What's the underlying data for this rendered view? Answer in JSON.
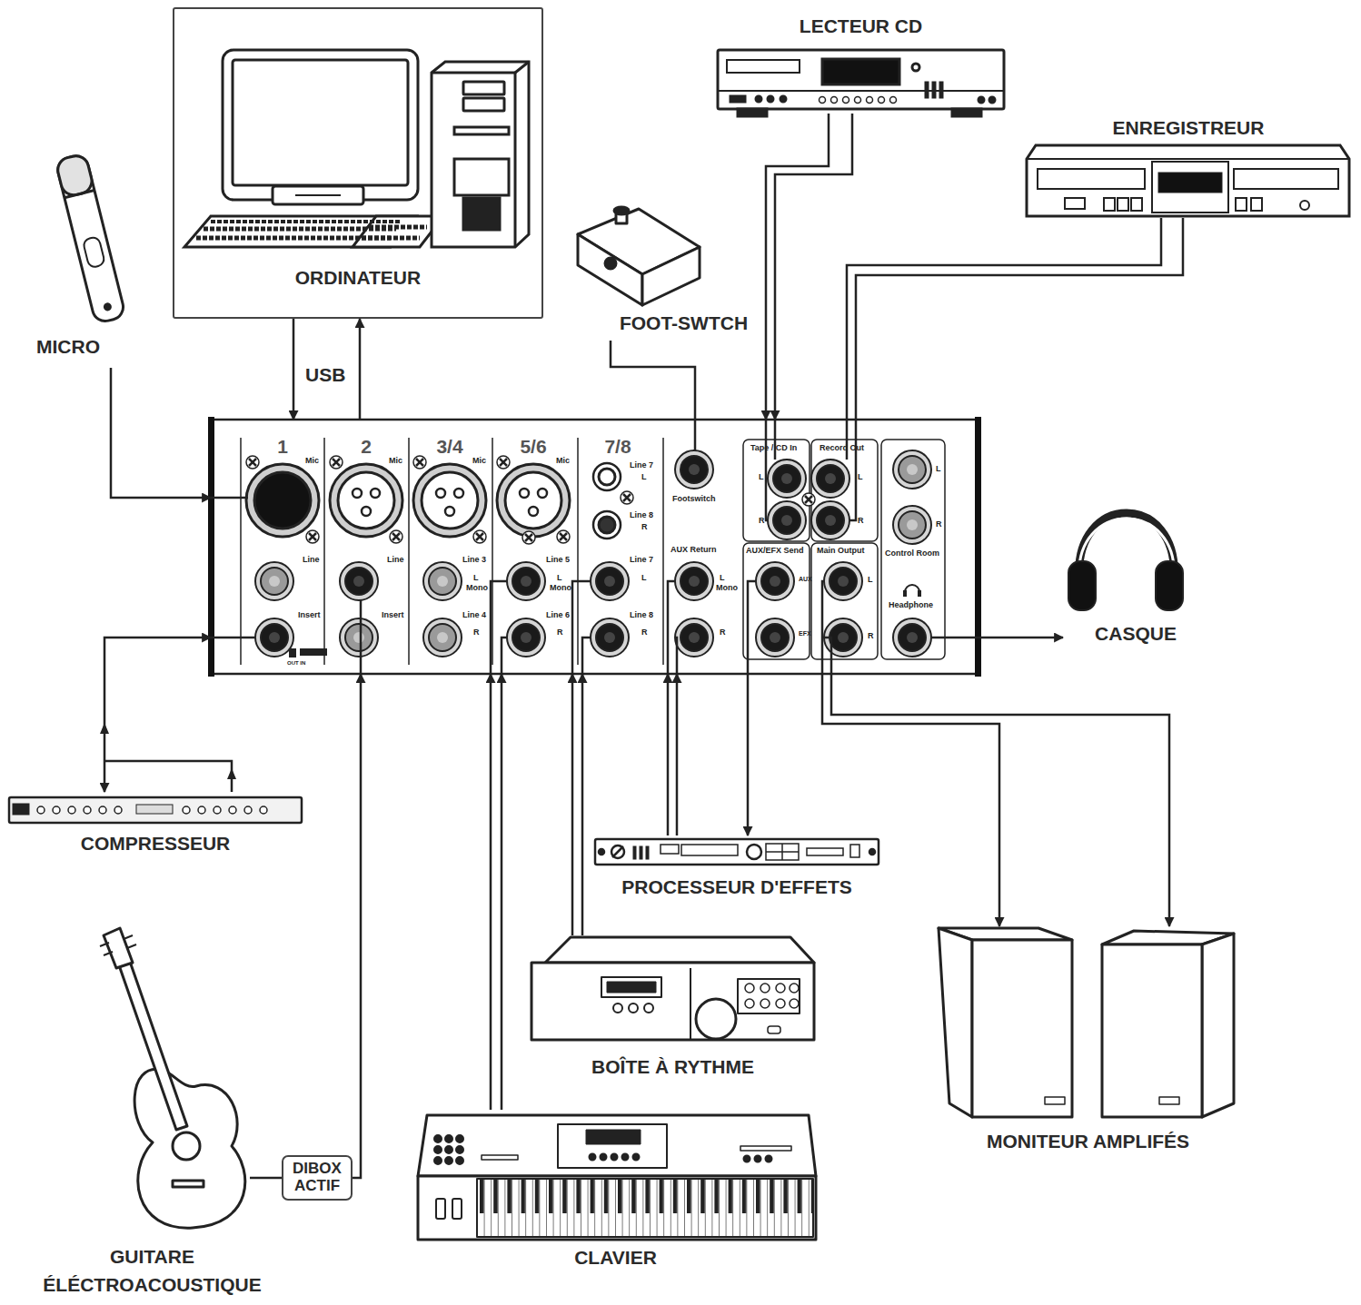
{
  "diagram": {
    "nodes": [
      {
        "text": [
          "ORDINATEUR"
        ]
      },
      {
        "text": [
          "MICRO"
        ]
      },
      {
        "text": [
          "FOOT-SWTCH"
        ]
      },
      {
        "text": [
          "LECTEUR CD"
        ]
      },
      {
        "text": [
          "ENREGISTREUR"
        ]
      },
      {
        "text": [
          "1",
          "2",
          "3/4",
          "5/6",
          "7/8"
        ]
      },
      {
        "text": [
          "CASQUE"
        ]
      },
      {
        "text": [
          "COMPRESSEUR"
        ]
      },
      {
        "text": [
          "PROCESSEUR D'EFFETS"
        ]
      },
      {
        "text": [
          "MONITEUR AMPLIFÉS"
        ]
      },
      {
        "text": [
          "GUITARE ÉLÉCTROACOUSTIQUE"
        ]
      },
      {
        "text": [
          "DIBOX ACTIF"
        ]
      },
      {
        "text": [
          "BOÎTE À RYTHME"
        ]
      },
      {
        "text": [
          "CLAVIER"
        ]
      }
    ],
    "edges": [
      {
        "from": 0,
        "to": 5,
        "arrow": "to",
        "label": "USB"
      },
      {
        "from": 5,
        "to": 0,
        "arrow": "to"
      },
      {
        "from": 1,
        "to": 5,
        "arrow": "to"
      },
      {
        "from": 2,
        "to": 5,
        "arrow": "none"
      },
      {
        "from": 3,
        "to": 5,
        "arrow": "to"
      },
      {
        "from": 3,
        "to": 5,
        "arrow": "to"
      },
      {
        "from": 5,
        "to": 4,
        "arrow": "none"
      },
      {
        "from": 5,
        "to": 4,
        "arrow": "none"
      },
      {
        "from": 5,
        "to": 6,
        "arrow": "to"
      },
      {
        "from": 5,
        "to": 7,
        "arrow": "both"
      },
      {
        "from": 10,
        "to": 11,
        "arrow": "none"
      },
      {
        "from": 11,
        "to": 5,
        "arrow": "to"
      },
      {
        "from": 12,
        "to": 5,
        "arrow": "to"
      },
      {
        "from": 12,
        "to": 5,
        "arrow": "to"
      },
      {
        "from": 13,
        "to": 5,
        "arrow": "to"
      },
      {
        "from": 13,
        "to": 5,
        "arrow": "to"
      },
      {
        "from": 8,
        "to": 5,
        "arrow": "to"
      },
      {
        "from": 8,
        "to": 5,
        "arrow": "to"
      },
      {
        "from": 5,
        "to": 8,
        "arrow": "to"
      },
      {
        "from": 5,
        "to": 9,
        "arrow": "to"
      },
      {
        "from": 5,
        "to": 9,
        "arrow": "to"
      }
    ],
    "labels": [
      "Mic",
      "Mic",
      "Mic",
      "Mic",
      "Line",
      "Line",
      "Insert",
      "Insert",
      "OUT IN",
      "Line 3",
      "L",
      "Mono",
      "Line 4",
      "R",
      "Line 5",
      "L",
      "Mono",
      "Line 6",
      "R",
      "Line 7",
      "L",
      "Line 8",
      "R",
      "Line 7",
      "L",
      "Line 8",
      "R",
      "Footswitch",
      "AUX Return",
      "L",
      "Mono",
      "R",
      "Tape / CD In",
      "Record Out",
      "L",
      "R",
      "L",
      "R",
      "AUX/EFX Send",
      "AUX",
      "EFX",
      "Main Output",
      "L",
      "R",
      "L",
      "R",
      "Control Room",
      "Headphone"
    ]
  }
}
